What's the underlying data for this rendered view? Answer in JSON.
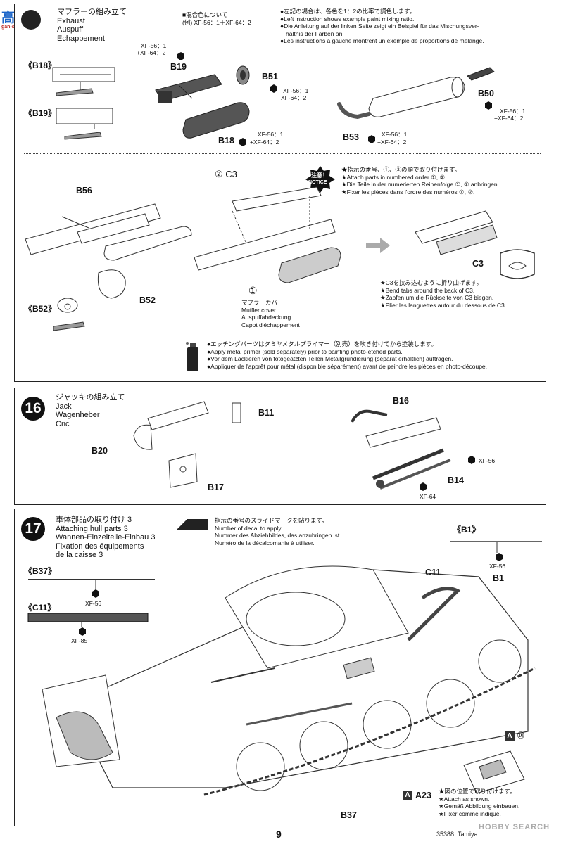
{
  "watermark": {
    "logo_text": "高手",
    "site": "gan-shou.com"
  },
  "top_panel": {
    "title_ja": "マフラーの組み立て",
    "title_en": "Exhaust",
    "title_de": "Auspuff",
    "title_fr": "Echappement",
    "mix_note": {
      "heading": "■混合色について",
      "example": "(例) XF-56：1＋XF-64：2"
    },
    "mix_instructions": [
      "●左記の場合は、各色を1：2の比率で調色します。",
      "●Left instruction shows example paint mixing ratio.",
      "●Die Anleitung auf der linken Seite zeigt ein Beispiel für das Mischungsver-",
      "hältnis der Farben an.",
      "●Les instructions à gauche montrent un exemple de proportions de mélange."
    ],
    "callouts": {
      "b18": "《B18》",
      "b19": "《B19》",
      "b52": "《B52》"
    },
    "parts": {
      "b19": "B19",
      "b51": "B51",
      "b18": "B18",
      "b50": "B50",
      "b53": "B53",
      "b56": "B56",
      "c3": "C3",
      "c3_right": "C3",
      "b52": "B52"
    },
    "paints": {
      "b19_1": "XF-56：1",
      "b19_2": "+XF-64：2",
      "b51_1": "XF-56：1",
      "b51_2": "+XF-64：2",
      "b18_1": "XF-56：1",
      "b18_2": "+XF-64：2",
      "b50_1": "XF-56：1",
      "b50_2": "+XF-64：2",
      "b53_1": "XF-56：1",
      "b53_2": "+XF-64：2"
    },
    "notice": {
      "badge_top": "注意！",
      "badge_bottom": "NOTICE",
      "lines": [
        "★指示の番号、①、②の順で取り付けます。",
        "★Attach parts in numbered order ①, ②.",
        "★Die Teile in der numerierten Reihenfolge ①, ② anbringen.",
        "★Fixer les pièces dans l'ordre des numéros ①, ②."
      ]
    },
    "step_order": {
      "two_c3": "② C3",
      "one": "①"
    },
    "muffler_cover": [
      "マフラーカバー",
      "Muffler cover",
      "Auspuffabdeckung",
      "Capot d'échappement"
    ],
    "bend_note": [
      "★C3を挟み込むように折り曲げます。",
      "★Bend tabs around the back of C3.",
      "★Zapfen um die Rückseite von C3 biegen.",
      "★Plier les languettes autour du dessous de C3."
    ],
    "primer_note": [
      "●エッチングパーツはタミヤメタルプライマー（別売）を吹き付けてから塗装します。",
      "●Apply metal primer (sold separately) prior to painting photo-etched parts.",
      "●Vor dem Lackieren von fotogeätzten Teilen Metallgrundierung (separat erhältlich) auftragen.",
      "●Appliquer de l'apprêt pour métal (disponible séparément) avant de peindre les pièces en photo-découpe."
    ]
  },
  "step16": {
    "number": "16",
    "title_ja": "ジャッキの組み立て",
    "title_en": "Jack",
    "title_de": "Wagenheber",
    "title_fr": "Cric",
    "parts": {
      "b11": "B11",
      "b20": "B20",
      "b17": "B17",
      "b16": "B16",
      "b14": "B14"
    },
    "paints": {
      "xf56": "XF-56",
      "xf64": "XF-64"
    }
  },
  "step17": {
    "number": "17",
    "title_ja": "車体部品の取り付け 3",
    "title_en": "Attaching hull parts 3",
    "title_de": "Wannen-Einzelteile-Einbau 3",
    "title_fr1": "Fixation des équipements",
    "title_fr2": "de la caisse 3",
    "decal_note": [
      "指示の番号のスライドマークを貼ります。",
      "Number of decal to apply.",
      "Nummer des Abziehbildes, das anzubringen ist.",
      "Numéro de la décalcomanie à utiliser."
    ],
    "callouts": {
      "b1": "《B1》",
      "b37": "《B37》",
      "c11": "《C11》"
    },
    "paints": {
      "b1": "XF-56",
      "b37": "XF-56",
      "c11": "XF-85"
    },
    "parts": {
      "c11": "C11",
      "b1": "B1",
      "a23": "A23",
      "b37": "B37",
      "a_tag": "A",
      "a23_tag": "A"
    },
    "decal_number": "⑩",
    "attach_note": [
      "★図の位置で取り付けます。",
      "★Attach as shown.",
      "★Gemäß Abbildung einbauen.",
      "★Fixer comme indiqué."
    ]
  },
  "footer": {
    "page_number": "9",
    "code": "35388",
    "brand": "Tamiya",
    "site_mark": "HOBBY SEARCH"
  }
}
